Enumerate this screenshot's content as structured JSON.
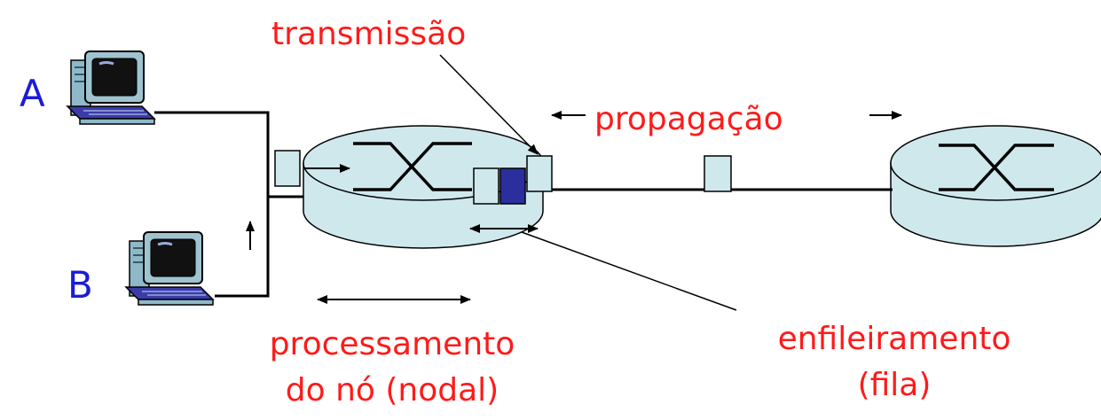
{
  "hosts": [
    {
      "label": "A"
    },
    {
      "label": "B"
    }
  ],
  "labels": {
    "transmission": "transmissão",
    "propagation": "propagação",
    "processing_line1": "processamento",
    "processing_line2": "do nó (nodal)",
    "queueing_line1": "enfileiramento",
    "queueing_line2": "(fila)"
  },
  "colors": {
    "label_text": "#ff1a1a",
    "host_text": "#1c1cd6",
    "router_fill": "#cfe8ec",
    "packet_fill": "#cfe8ec",
    "queued_packet_fill": "#2b2f9e",
    "line": "#000000"
  },
  "icons": {
    "host": "desktop-computer-icon",
    "router": "router-icon",
    "packet": "packet-icon"
  }
}
